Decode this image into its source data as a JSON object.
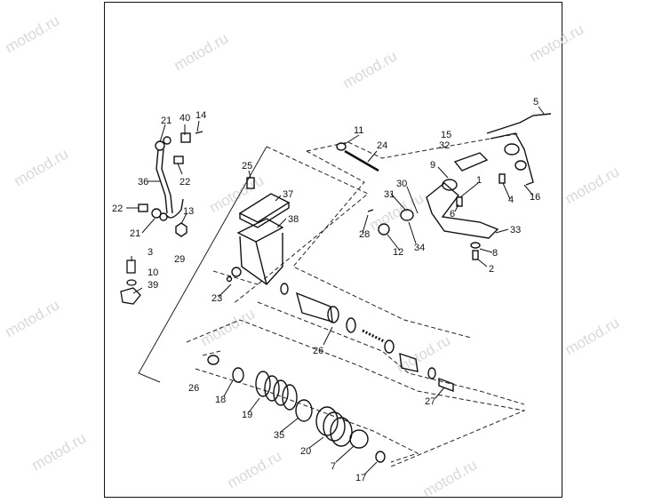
{
  "watermark": "motod.ru",
  "labels": {
    "l1": "1",
    "l2": "2",
    "l3": "3",
    "l4": "4",
    "l5": "5",
    "l6": "6",
    "l7": "7",
    "l8": "8",
    "l9": "9",
    "l10": "10",
    "l11": "11",
    "l12": "12",
    "l13": "13",
    "l14": "14",
    "l15": "15",
    "l16": "16",
    "l17": "17",
    "l18": "18",
    "l19": "19",
    "l20": "20",
    "l21a": "21",
    "l21b": "21",
    "l22a": "22",
    "l22b": "22",
    "l23": "23",
    "l24": "24",
    "l25": "25",
    "l26a": "26",
    "l26b": "26",
    "l27": "27",
    "l28": "28",
    "l29": "29",
    "l30": "30",
    "l31": "31",
    "l32": "32",
    "l33": "33",
    "l34": "34",
    "l35": "35",
    "l36": "36",
    "l37": "37",
    "l38": "38",
    "l39": "39",
    "l40": "40"
  }
}
